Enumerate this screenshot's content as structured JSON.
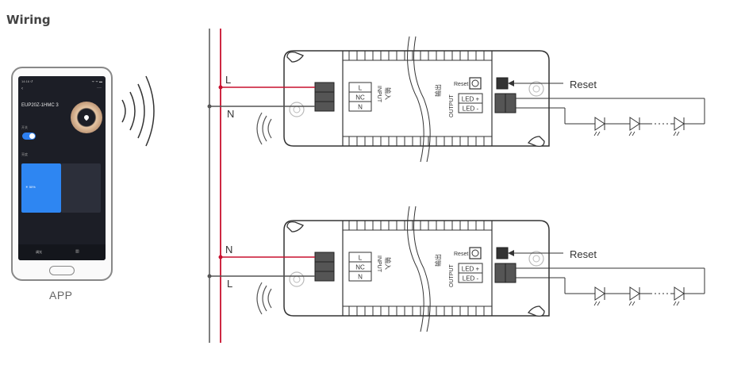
{
  "page_title": "Wiring",
  "app_label": "APP",
  "phone_screen": {
    "status_time": "14:16 ↺",
    "status_icons": "ᯤ ᯤ ▬",
    "back_icon": "chevron-left-icon",
    "more_icon": "more-icon",
    "more_glyph": "···",
    "back_glyph": "‹",
    "device_name": "EUP20Z-1HMC 3",
    "switch_label": "开关",
    "brightness_label": "亮度",
    "brightness_value": "☀ 50%",
    "tab_1": "调光",
    "tab_2": "▥"
  },
  "diagram": {
    "bus_labels_top": {
      "upper": "L",
      "lower": "N"
    },
    "bus_labels_bottom": {
      "upper": "N",
      "lower": "L"
    },
    "input_terminals": [
      "L",
      "NC",
      "N"
    ],
    "input_label_cn": "输入",
    "input_label_en": "INPUT",
    "output_label_cn": "输出",
    "output_label_en": "OUTPUT",
    "output_terminals": [
      "LED +",
      "LED -"
    ],
    "reset_small": "Reset",
    "reset_callout": "Reset",
    "wire_colors": {
      "live": "#c8102e",
      "neutral": "#555555",
      "outline": "#333333"
    }
  }
}
